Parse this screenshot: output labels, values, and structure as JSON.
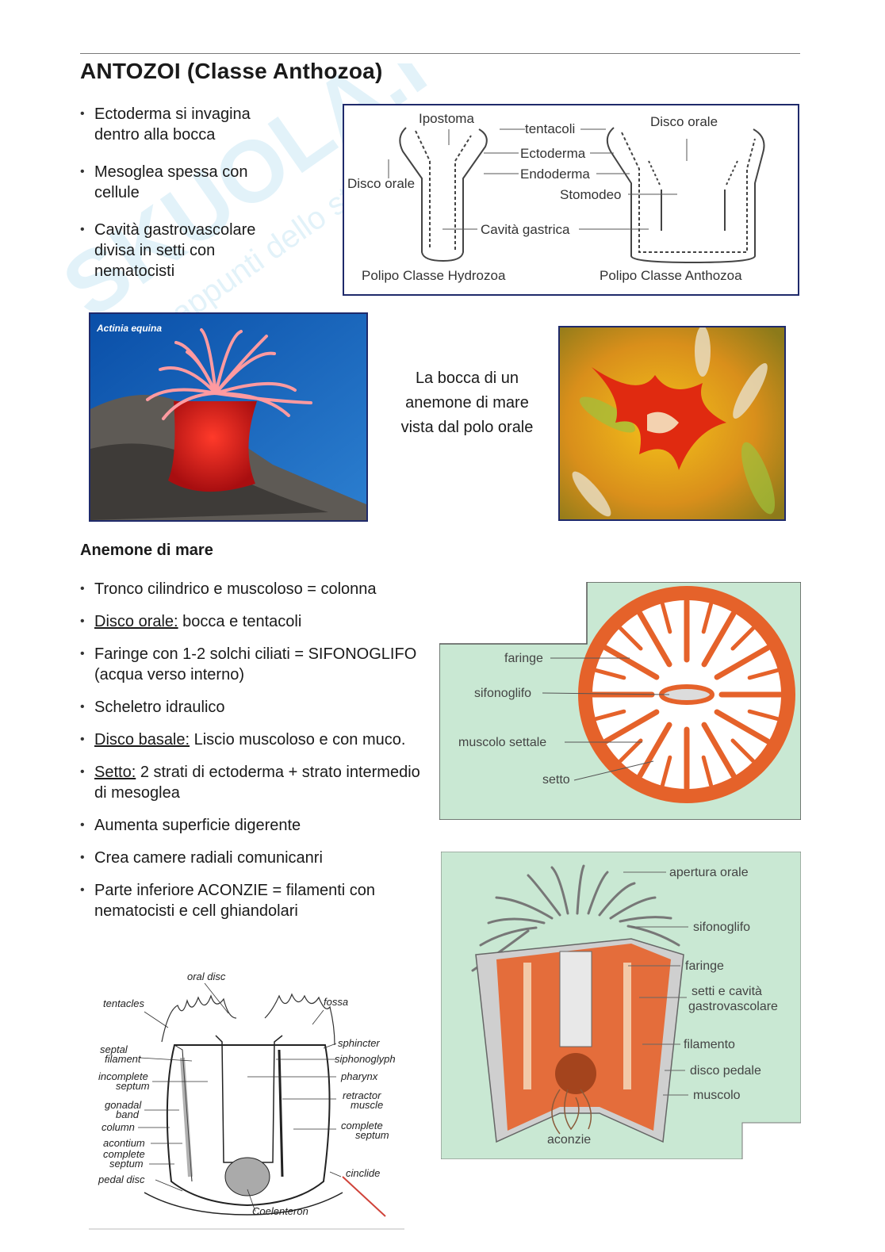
{
  "title": "ANTOZOI (Classe Anthozoa)",
  "watermark": {
    "brand": "SKUOLA.net",
    "tagline": "appunti dello studente"
  },
  "intro_bullets": [
    "Ectoderma si invagina dentro alla bocca",
    "Mesoglea spessa con cellule",
    "Cavità gastrovascolare divisa in setti con nematocisti"
  ],
  "polyp_diagram": {
    "labels": {
      "ipostoma": "Ipostoma",
      "tentacoli": "tentacoli",
      "disco_orale_right": "Disco orale",
      "ectoderma": "Ectoderma",
      "endoderma": "Endoderma",
      "disco_orale_left": "Disco orale",
      "stomodeo": "Stomodeo",
      "cavita": "Cavità gastrica",
      "hydrozoa": "Polipo Classe Hydrozoa",
      "anthozoa": "Polipo Classe Anthozoa"
    }
  },
  "photo1": {
    "label": "Actinia equina"
  },
  "mouth_caption": {
    "line1": "La bocca di un",
    "line2": "anemone di mare",
    "line3": "vista dal polo orale"
  },
  "section": {
    "heading": "Anemone di mare"
  },
  "anemone_bullets": [
    {
      "term": "",
      "text": "Tronco cilindrico e muscoloso = colonna"
    },
    {
      "term": "Disco orale:",
      "text": " bocca e tentacoli"
    },
    {
      "term": "",
      "text": "Faringe con 1-2 solchi ciliati = SIFONOGLIFO (acqua verso interno)"
    },
    {
      "term": "",
      "text": "Scheletro idraulico"
    },
    {
      "term": "Disco basale:",
      "text": " Liscio muscoloso e con muco."
    },
    {
      "term": "Setto:",
      "text": " 2 strati di ectoderma + strato intermedio di mesoglea"
    },
    {
      "term": "",
      "text": "Aumenta superficie digerente"
    },
    {
      "term": "",
      "text": "Crea camere radiali comunicanri"
    },
    {
      "term": "",
      "text": "Parte inferiore ACONZIE = filamenti con nematocisti e cell ghiandolari"
    }
  ],
  "cross_section": {
    "labels": {
      "faringe": "faringe",
      "sifonoglifo": "sifonoglifo",
      "muscolo": "muscolo settale",
      "setto": "setto"
    }
  },
  "sketch": {
    "labels": {
      "oral_disc": "oral disc",
      "tentacles": "tentacles",
      "fossa": "fossa",
      "septal": "septal",
      "filament": "filament",
      "sphincter": "sphincter",
      "siphonoglyph": "siphonoglyph",
      "incomplete": "incomplete",
      "septum": "septum",
      "pharynx": "pharynx",
      "gonadal": "gonadal",
      "band": "band",
      "retractor": "retractor",
      "muscle": "muscle",
      "column": "column",
      "acontium": "acontium",
      "complete": "complete",
      "complete_septum": "septum",
      "complete2": "complete",
      "septum2": "septum",
      "pedal_disc": "pedal disc",
      "cinclide": "cinclide",
      "coelenteron": "Coelenteron"
    }
  },
  "anatomy": {
    "labels": {
      "apertura": "apertura orale",
      "sifonoglifo": "sifonoglifo",
      "faringe": "faringe",
      "setti1": "setti e cavità",
      "setti2": "gastrovascolare",
      "filamento": "filamento",
      "disco": "disco pedale",
      "muscolo": "muscolo",
      "aconzie": "aconzie"
    }
  },
  "colors": {
    "frame": "#1f2a6b",
    "mint": "#c9e8d3",
    "orange": "#e5622a",
    "watermark": "#1a9ad6"
  }
}
